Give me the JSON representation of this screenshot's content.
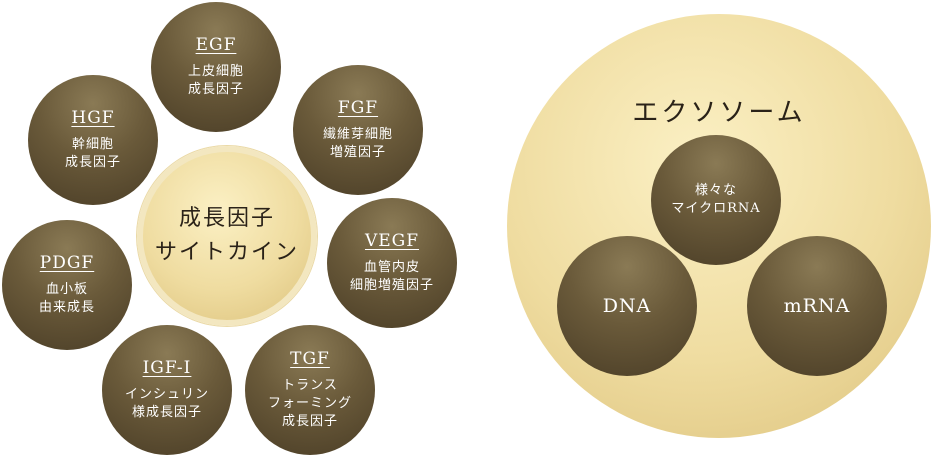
{
  "growth_factors": {
    "center": {
      "line1": "成長因子",
      "line2": "サイトカイン"
    },
    "egf": {
      "abbr": "EGF",
      "line1": "上皮細胞",
      "line2": "成長因子"
    },
    "fgf": {
      "abbr": "FGF",
      "line1": "繊維芽細胞",
      "line2": "増殖因子"
    },
    "hgf": {
      "abbr": "HGF",
      "line1": "幹細胞",
      "line2": "成長因子"
    },
    "vegf": {
      "abbr": "VEGF",
      "line1": "血管内皮",
      "line2": "細胞増殖因子"
    },
    "pdgf": {
      "abbr": "PDGF",
      "line1": "血小板",
      "line2": "由来成長"
    },
    "igf": {
      "abbr": "IGF-I",
      "line1": "インシュリン",
      "line2": "様成長因子"
    },
    "tgf": {
      "abbr": "TGF",
      "line1": "トランス",
      "line2": "フォーミング",
      "line3": "成長因子"
    }
  },
  "exosome": {
    "title": "エクソソーム",
    "micro_rna": {
      "line1": "様々な",
      "line2": "マイクロRNA"
    },
    "dna": "DNA",
    "mrna": "mRNA"
  },
  "colors": {
    "dark_circle": "#5e4f33",
    "light_circle": "#efdca0"
  }
}
